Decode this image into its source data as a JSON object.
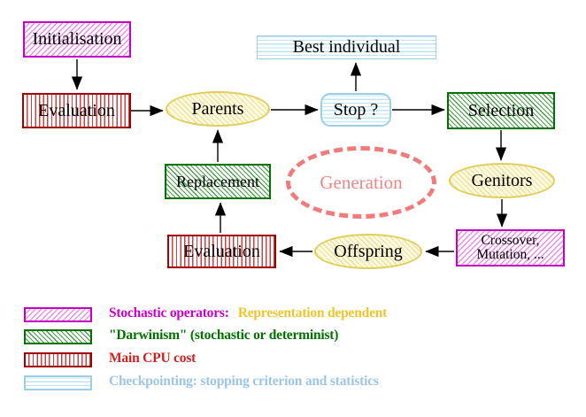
{
  "diagram": {
    "nodes": {
      "initialisation": {
        "label": "Initialisation"
      },
      "evaluation_top": {
        "label": "Evaluation"
      },
      "parents": {
        "label": "Parents"
      },
      "best_individual": {
        "label": "Best individual"
      },
      "stop": {
        "label": "Stop ?"
      },
      "selection": {
        "label": "Selection"
      },
      "genitors": {
        "label": "Genitors"
      },
      "crossover_mutation": {
        "line1": "Crossover,",
        "line2": "Mutation, ..."
      },
      "offspring": {
        "label": "Offspring"
      },
      "evaluation_bottom": {
        "label": "Evaluation"
      },
      "replacement": {
        "label": "Replacement"
      },
      "generation": {
        "label": "Generation"
      }
    },
    "arrows": [
      "initialisation-to-evaluation",
      "evaluation-to-parents",
      "parents-to-stop",
      "stop-to-best-individual",
      "stop-to-selection",
      "selection-to-genitors",
      "genitors-to-crossover",
      "crossover-to-offspring",
      "offspring-to-evaluation",
      "evaluation-to-replacement",
      "replacement-to-parents"
    ]
  },
  "legend": {
    "items": [
      {
        "swatch": "magenta-hatch",
        "label": "Stochastic operators:",
        "label2": "Representation dependent",
        "color": "#cc00cc",
        "color2": "#edc62c"
      },
      {
        "swatch": "green-hatch",
        "label": "\"Darwinism\" (stochastic or determinist)",
        "color": "#007200"
      },
      {
        "swatch": "red-stripes",
        "label": "Main CPU cost",
        "color": "#cc2222"
      },
      {
        "swatch": "cyan-stripes",
        "label": "Checkpointing: stopping criterion and statistics",
        "color": "#9cc6e6"
      }
    ]
  },
  "colors": {
    "stochastic_border": "#c400c4",
    "darwinism_border": "#007200",
    "cpu_border": "#a50000",
    "checkpoint_border": "#9ccfe6",
    "population_ellipse_border": "#e2cd58",
    "generation_dashed": "#ef7b7b",
    "arrow": "#000000",
    "background": "#ffffff"
  }
}
